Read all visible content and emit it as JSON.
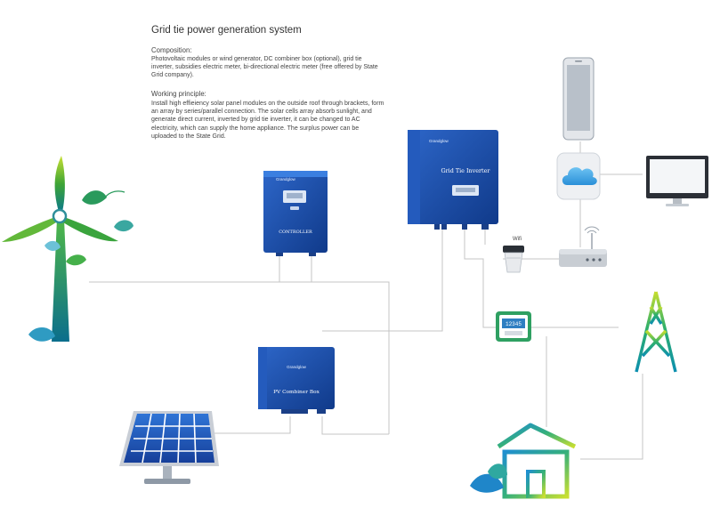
{
  "title": "Grid tie power generation system",
  "composition": {
    "heading": "Composition:",
    "text": "Photovoltaic modules or wind generator, DC combiner box (optional), grid tie inverter, subsidies electric meter, bi-directional electric meter (free offered by State Grid company)."
  },
  "working": {
    "heading": "Working principle:",
    "text": "Install high effieiency solar panel modules on the outside roof through brackets, form an array by series/parallel connection. The solar cells array absorb sunlight, and generate direct current, inverted by grid tie inverter, it can be changed to AC electricity, which can supply the home appliance. The surplus power can be uploaded to the State Grid."
  },
  "devices": {
    "brand": "Grandglow",
    "controller_label": "CONTROLLER",
    "inverter_label": "Grid Tie Inverter",
    "combiner_label": "PV Combiner Box",
    "wifi_label": "Wifi",
    "meter_reading": "12345"
  },
  "colors": {
    "device_blue": "#1b4aa6",
    "wire": "#c4c4c4",
    "wind_green": "#3fa535",
    "tower_teal": "#1aa0a0"
  },
  "icons": [
    "wind-turbine-icon",
    "solar-panel-icon",
    "phone-icon",
    "cloud-icon",
    "monitor-icon",
    "router-icon",
    "wifi-module-icon",
    "meter-icon",
    "pylon-icon",
    "house-icon"
  ]
}
